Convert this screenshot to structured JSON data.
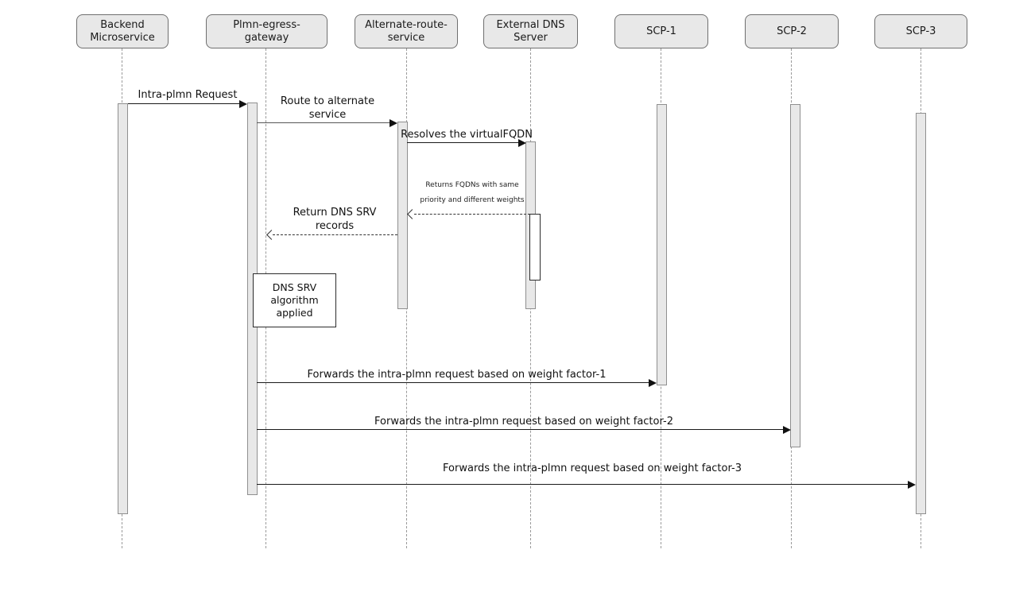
{
  "diagram_type": "uml-sequence-diagram",
  "colors": {
    "participant_fill": "#e8e8e8",
    "participant_border": "#6f6f6f",
    "activation_fill": "#e8e8e8",
    "activation_border": "#8f8f8f",
    "message_line": "#1a1a1a",
    "lifeline_dash": "#9a9a9a",
    "note_background": "#ffffff",
    "note_border": "#2b2b2b"
  },
  "participants": [
    {
      "id": "backend-microservice",
      "label": "Backend\nMicroservice"
    },
    {
      "id": "plmn-egress-gateway",
      "label": "Plmn-egress-\ngateway"
    },
    {
      "id": "alternate-route-service",
      "label": "Alternate-route-\nservice"
    },
    {
      "id": "external-dns-server",
      "label": "External DNS\nServer"
    },
    {
      "id": "scp-1",
      "label": "SCP-1"
    },
    {
      "id": "scp-2",
      "label": "SCP-2"
    },
    {
      "id": "scp-3",
      "label": "SCP-3"
    }
  ],
  "messages": [
    {
      "from": "Backend Microservice",
      "to": "Plmn-egress-gateway",
      "style": "solid",
      "label": "Intra-plmn Request"
    },
    {
      "from": "Plmn-egress-gateway",
      "to": "Alternate-route-service",
      "style": "solid",
      "label": "Route to alternate\nservice"
    },
    {
      "from": "Alternate-route-service",
      "to": "External DNS Server",
      "style": "solid",
      "label": "Resolves the virtualFQDN"
    },
    {
      "from": "External DNS Server",
      "to": "Alternate-route-service",
      "style": "dashed-return",
      "label": "Returns FQDNs with same\npriority and different weights"
    },
    {
      "from": "Alternate-route-service",
      "to": "Plmn-egress-gateway",
      "style": "dashed-return",
      "label": "Return DNS SRV\nrecords"
    },
    {
      "from": "Plmn-egress-gateway",
      "to": "SCP-1",
      "style": "solid",
      "label": "Forwards the intra-plmn request based on weight factor-1"
    },
    {
      "from": "Plmn-egress-gateway",
      "to": "SCP-2",
      "style": "solid",
      "label": "Forwards the intra-plmn request based on weight factor-2"
    },
    {
      "from": "Plmn-egress-gateway",
      "to": "SCP-3",
      "style": "solid",
      "label": "Forwards the intra-plmn request based on weight factor-3"
    }
  ],
  "note": {
    "attached_to": "Plmn-egress-gateway",
    "label": "DNS SRV\nalgorithm\napplied"
  }
}
